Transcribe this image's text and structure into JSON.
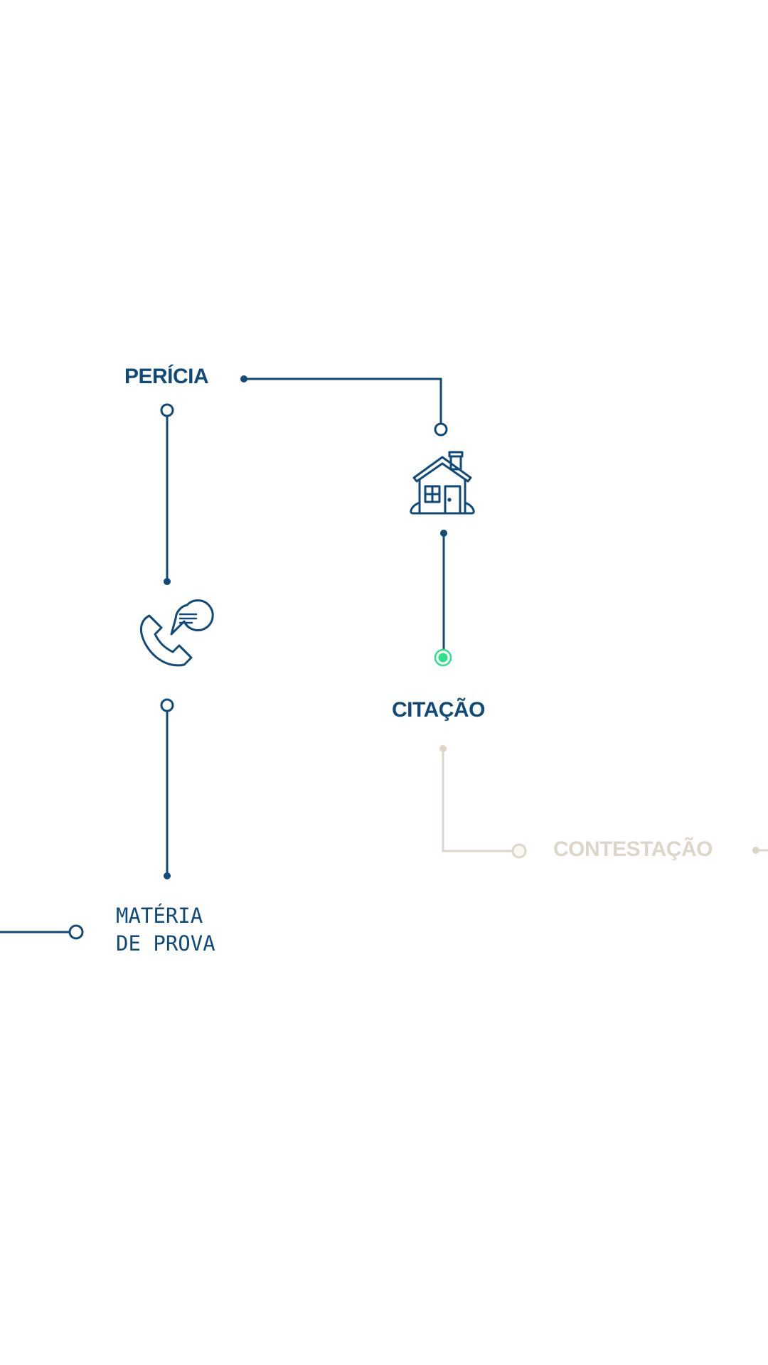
{
  "nodes": {
    "pericia": {
      "label": "PERÍCIA"
    },
    "citacao": {
      "label": "CITAÇÃO"
    },
    "contestacao": {
      "label": "CONTESTAÇÃO"
    },
    "materia": {
      "line1": "MATÉRIA",
      "line2": "DE PROVA"
    }
  },
  "icons": {
    "house": "house-icon",
    "phone": "phone-chat-icon"
  },
  "colors": {
    "active": "#104A7B",
    "current": "#2FE08A",
    "inactive": "#DDD5C8",
    "background": "#FFFFFF"
  }
}
